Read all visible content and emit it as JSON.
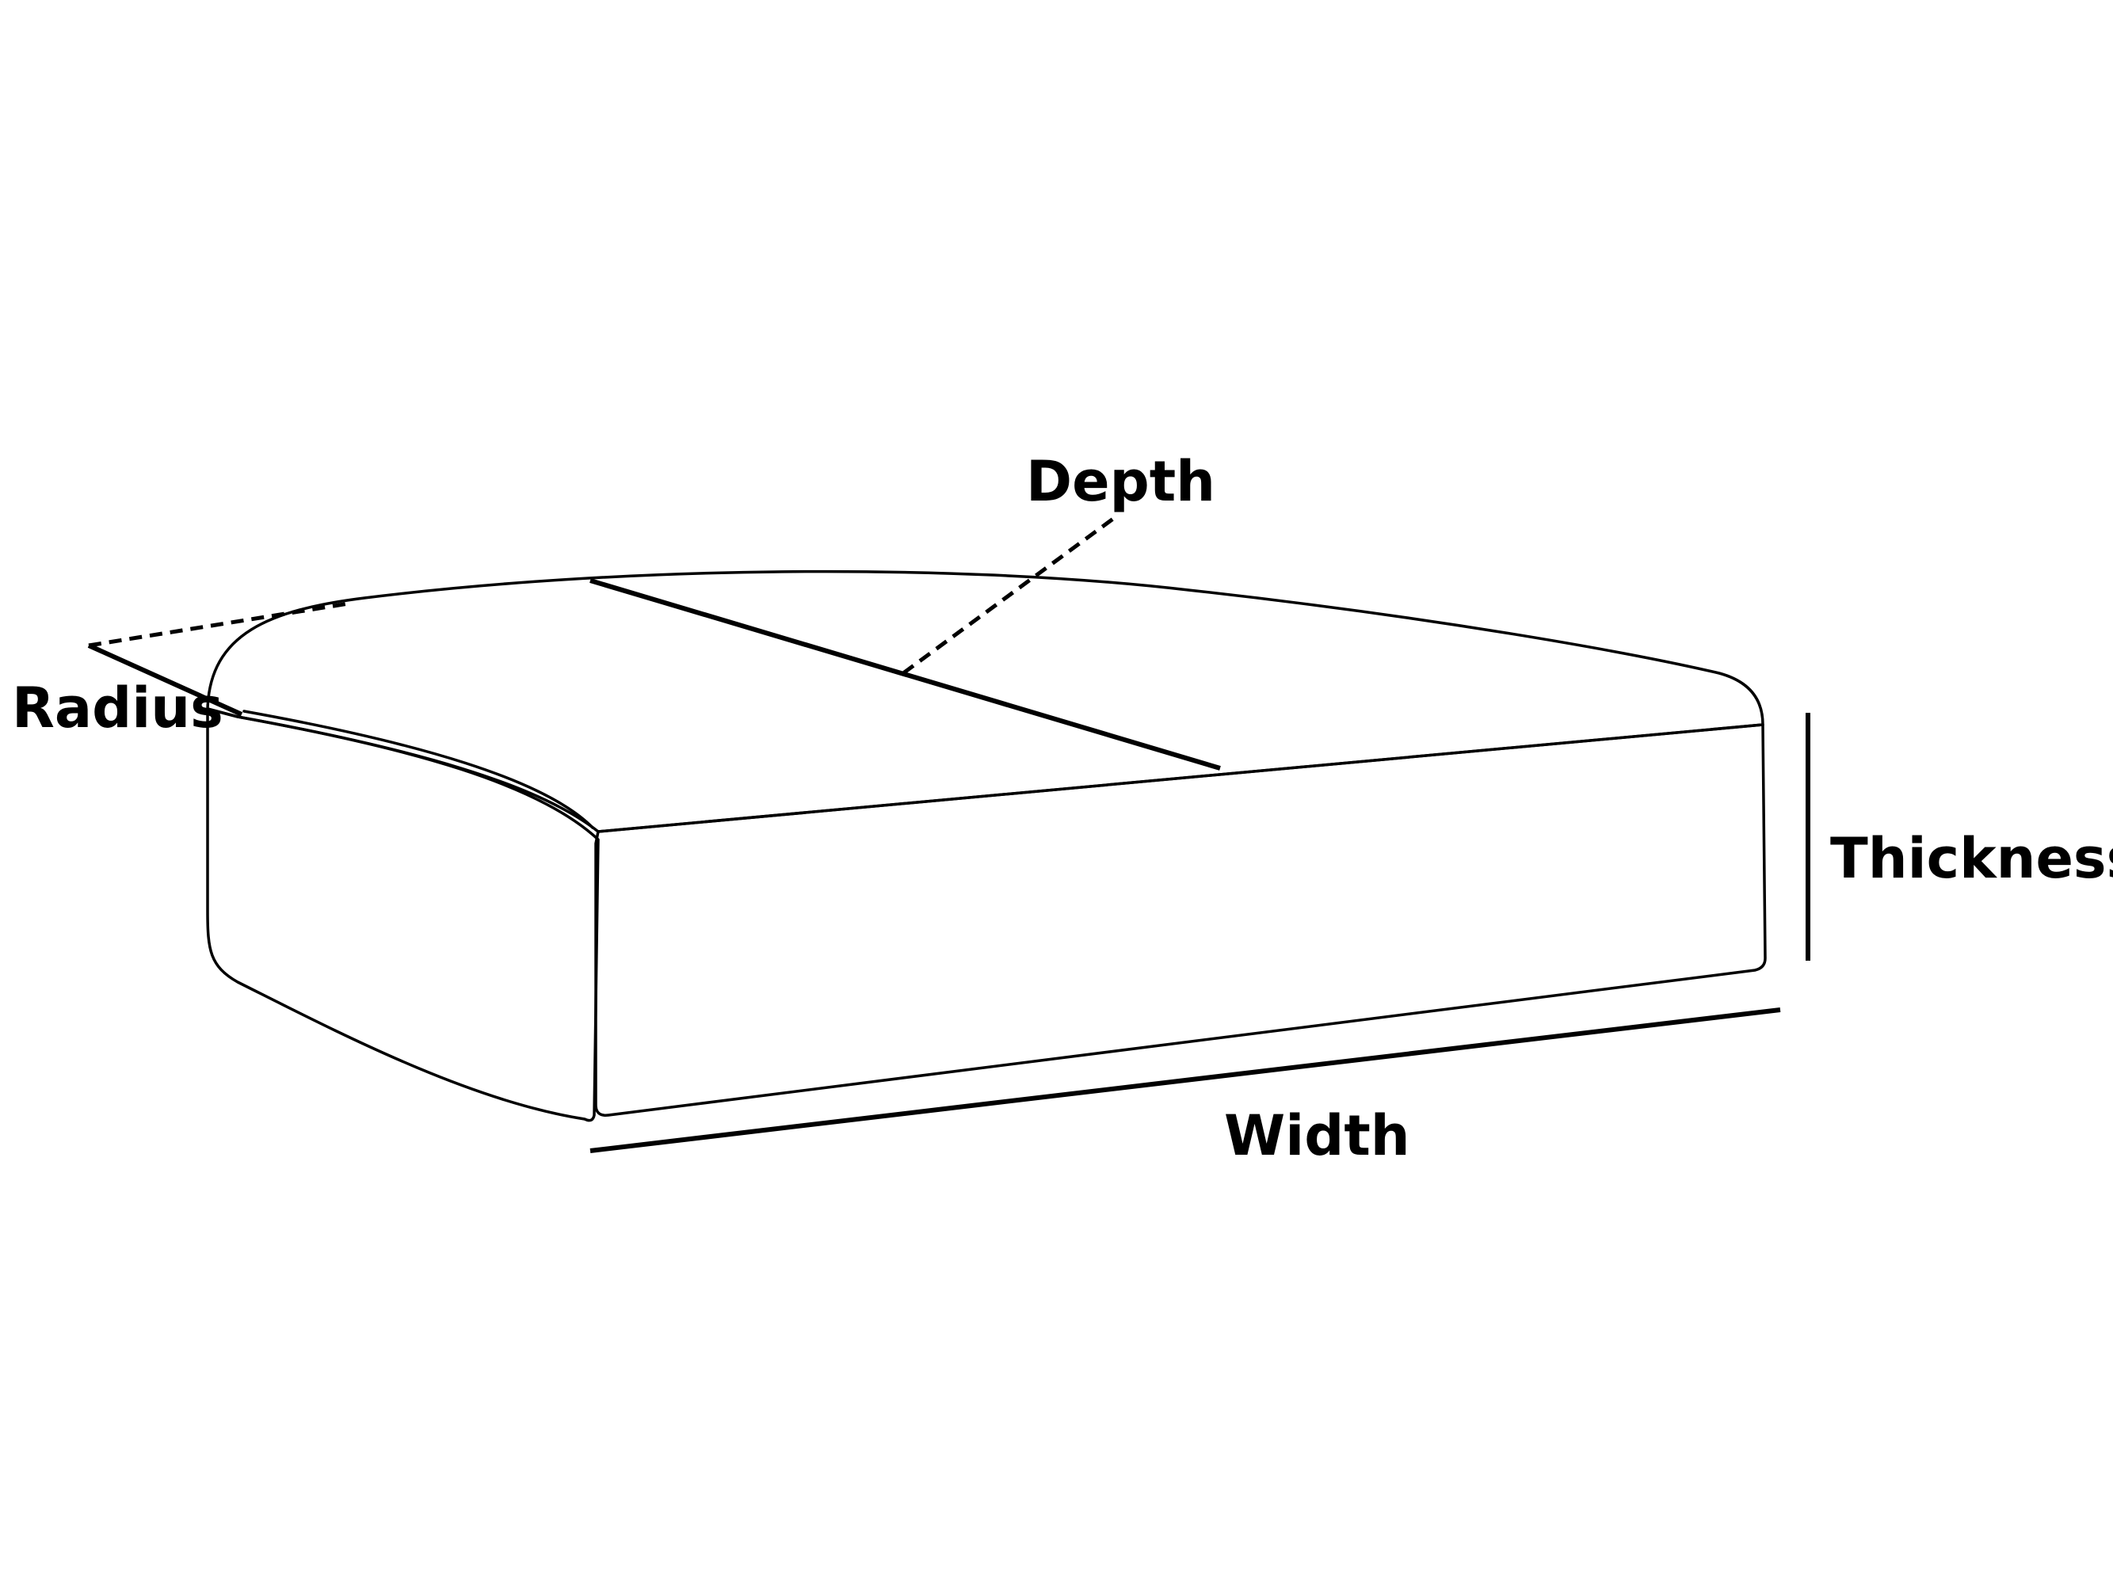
{
  "diagram": {
    "labels": {
      "depth": "Depth",
      "radius": "Radius",
      "thickness": "Thickness",
      "width": "Width"
    },
    "colors": {
      "line": "#000000",
      "background": "#ffffff"
    }
  }
}
